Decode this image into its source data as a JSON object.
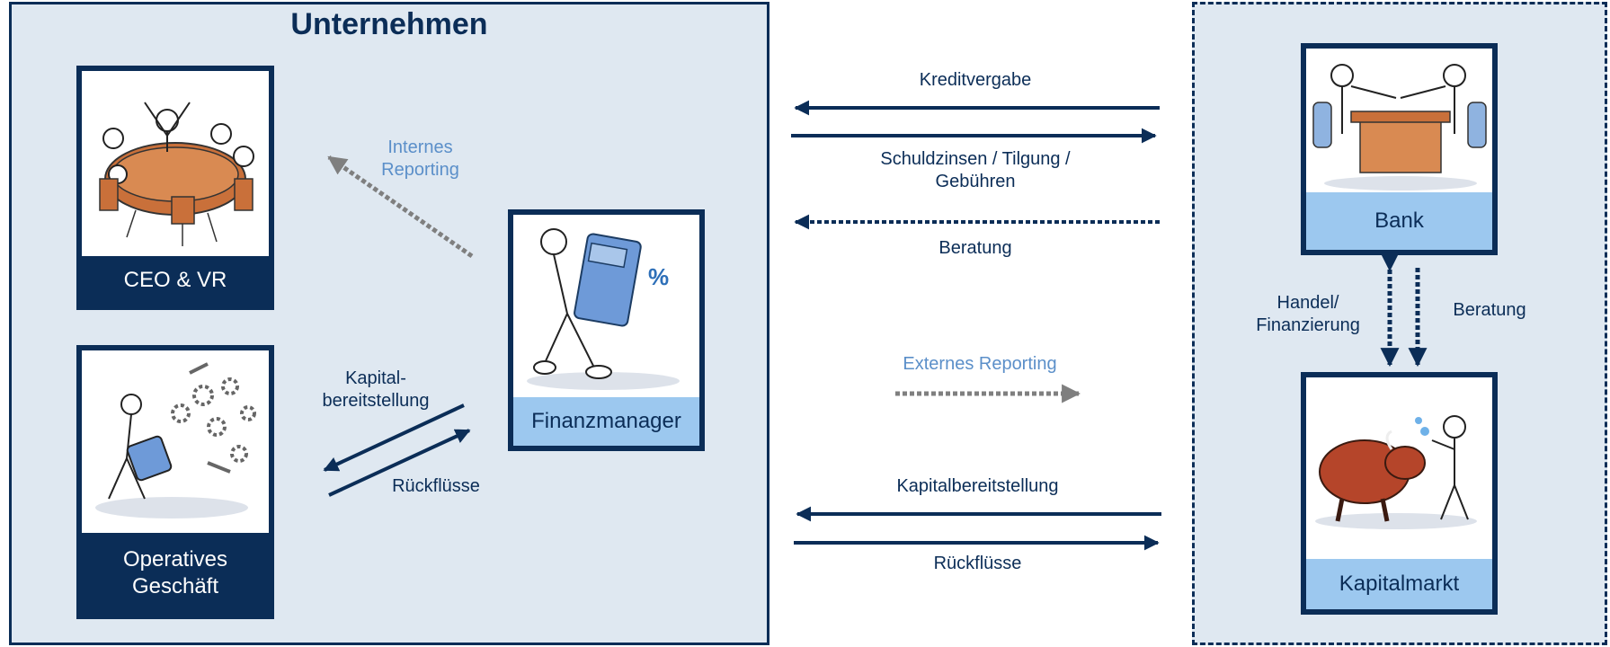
{
  "company_title": "Unternehmen",
  "cards": {
    "ceo": "CEO & VR",
    "operations": "Operatives Geschäft",
    "finance": "Finanzmanager",
    "bank": "Bank",
    "market": "Kapitalmarkt"
  },
  "labels": {
    "internal_reporting": "Internes Reporting",
    "capital_provision_internal": "Kapital-\nbereitstellung",
    "returns_internal": "Rückflüsse",
    "credit": "Kreditvergabe",
    "interest": "Schuldzinsen / Tilgung /\nGebühren",
    "advice_bank": "Beratung",
    "external_reporting": "Externes Reporting",
    "capital_provision_external": "Kapitalbereitstellung",
    "returns_external": "Rückflüsse",
    "trade": "Handel/\nFinanzierung",
    "advice_market": "Beratung"
  },
  "colors": {
    "navy": "#0b2d57",
    "panel": "#dfe8f1",
    "caption_light": "#9cc8ef",
    "reporting_text": "#5b8fc9",
    "reporting_arrow": "#7f7f7f"
  }
}
